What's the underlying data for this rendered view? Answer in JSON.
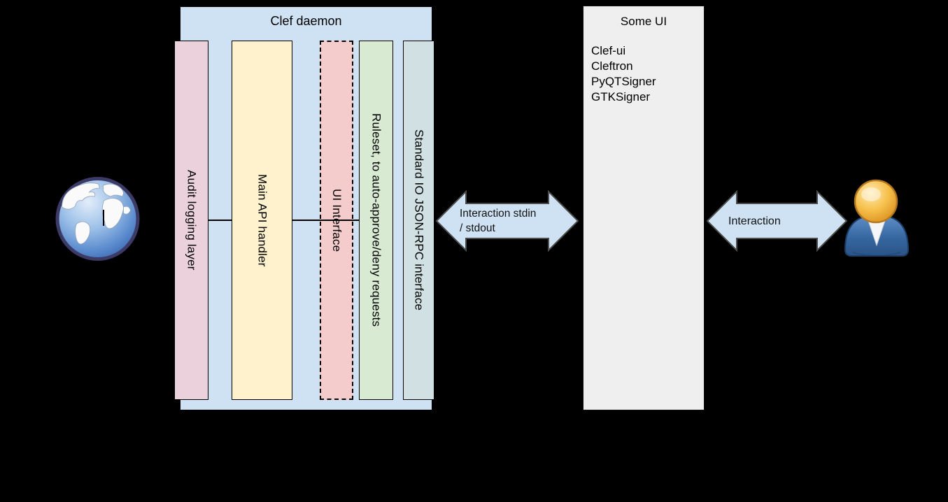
{
  "clef_daemon": {
    "title": "Clef daemon",
    "fill": "#cfe2f3",
    "bars": [
      {
        "label": "Audit logging layer",
        "fill": "#ead1dc",
        "border": "solid"
      },
      {
        "label": "Main API handler",
        "fill": "#fff2cc",
        "border": "solid"
      },
      {
        "label": "UI Interface",
        "fill": "#f4cccc",
        "border": "dashed"
      },
      {
        "label": "Ruleset, to auto-approve/deny requests",
        "fill": "#d9ead3",
        "border": "solid"
      },
      {
        "label": "Standard IO JSON-RPC interface",
        "fill": "#d0e0e3",
        "border": "solid"
      }
    ]
  },
  "some_ui": {
    "title": "Some UI",
    "fill": "#efefef",
    "items": [
      "Clef-ui",
      "Cleftron",
      "PyQTSigner",
      "GTKSigner"
    ]
  },
  "arrows": {
    "fill": "#cfe2f3",
    "stroke": "#4d4d4d",
    "stdin_stdout": {
      "line1": "Interaction stdin",
      "line2": "/ stdout"
    },
    "user": {
      "label": "Interaction"
    }
  },
  "icons": {
    "left": "globe-icon",
    "right": "person-icon"
  },
  "background": "#000000"
}
